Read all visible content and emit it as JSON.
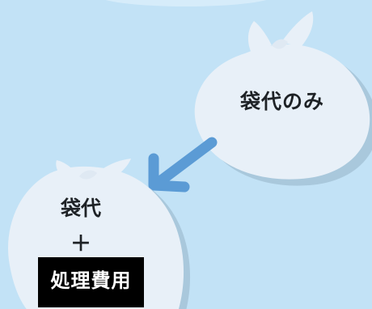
{
  "bags": [
    {
      "label": "袋代のみ"
    },
    {
      "label_top": "袋代",
      "label_plus": "＋",
      "label_bottom": "処理費用"
    }
  ],
  "colors": {
    "background": "#c2e2f6",
    "bag_fill": "#e8f0f8",
    "bag_shadow": "#a9c8dc",
    "arrow": "#5b9bd5",
    "highlight_bg": "#000000",
    "highlight_text": "#ffffff"
  },
  "icons": [
    "garbage-bag-icon",
    "garbage-bag-icon",
    "arrow-down-left-icon"
  ]
}
